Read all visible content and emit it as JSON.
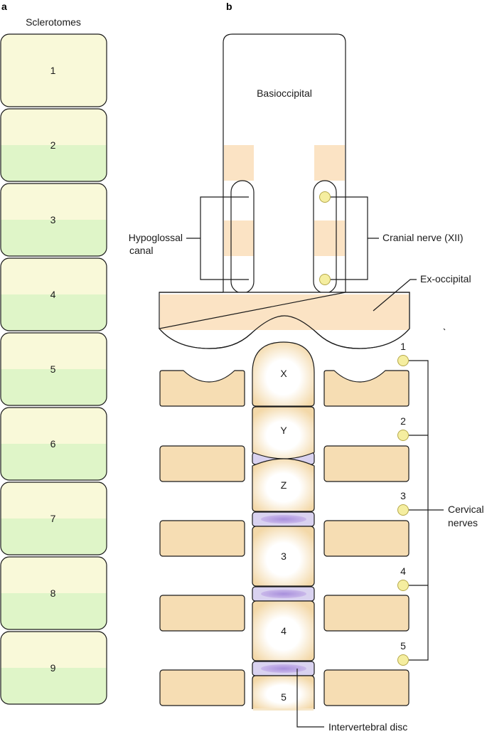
{
  "panel_a": {
    "label": "a",
    "title": "Sclerotomes",
    "blocks": [
      "1",
      "2",
      "3",
      "4",
      "5",
      "6",
      "7",
      "8",
      "9"
    ]
  },
  "panel_b": {
    "label": "b",
    "basioccipital": "Basioccipital",
    "hypoglossal_canal": [
      "Hypoglossal",
      "canal"
    ],
    "cranial_nerve": "Cranial nerve (XII)",
    "ex_occipital": "Ex-occipital",
    "vertebrae": [
      "X",
      "Y",
      "Z",
      "3",
      "4",
      "5"
    ],
    "nerve_numbers": [
      "1",
      "2",
      "3",
      "4",
      "5"
    ],
    "cervical_nerves": [
      "Cervical",
      "nerves"
    ],
    "intervertebral_disc": "Intervertebral disc"
  },
  "colors": {
    "cream": "#f9f9d9",
    "green": "#dff5c8",
    "peach": "#fbe3c4",
    "tan": "#f6ddb3",
    "disc": "#d9d2f0",
    "disc_core": "#a88fdc",
    "nerve": "#f5eea0"
  }
}
